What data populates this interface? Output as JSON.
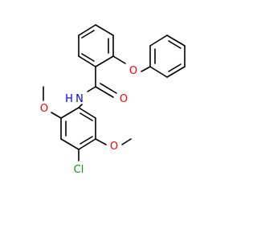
{
  "molecule": {
    "atom_labels": {
      "oxygen_ether": "O",
      "oxygen_carbonyl": "O",
      "nitrogen": "N",
      "hydrogen": "H",
      "oxygen_methoxy_upper": "O",
      "oxygen_methoxy_lower": "O",
      "chlorine": "Cl"
    },
    "colors": {
      "bond": "#000000",
      "oxygen": "#ff0000",
      "nitrogen": "#0000ff",
      "chlorine": "#00a000"
    }
  }
}
